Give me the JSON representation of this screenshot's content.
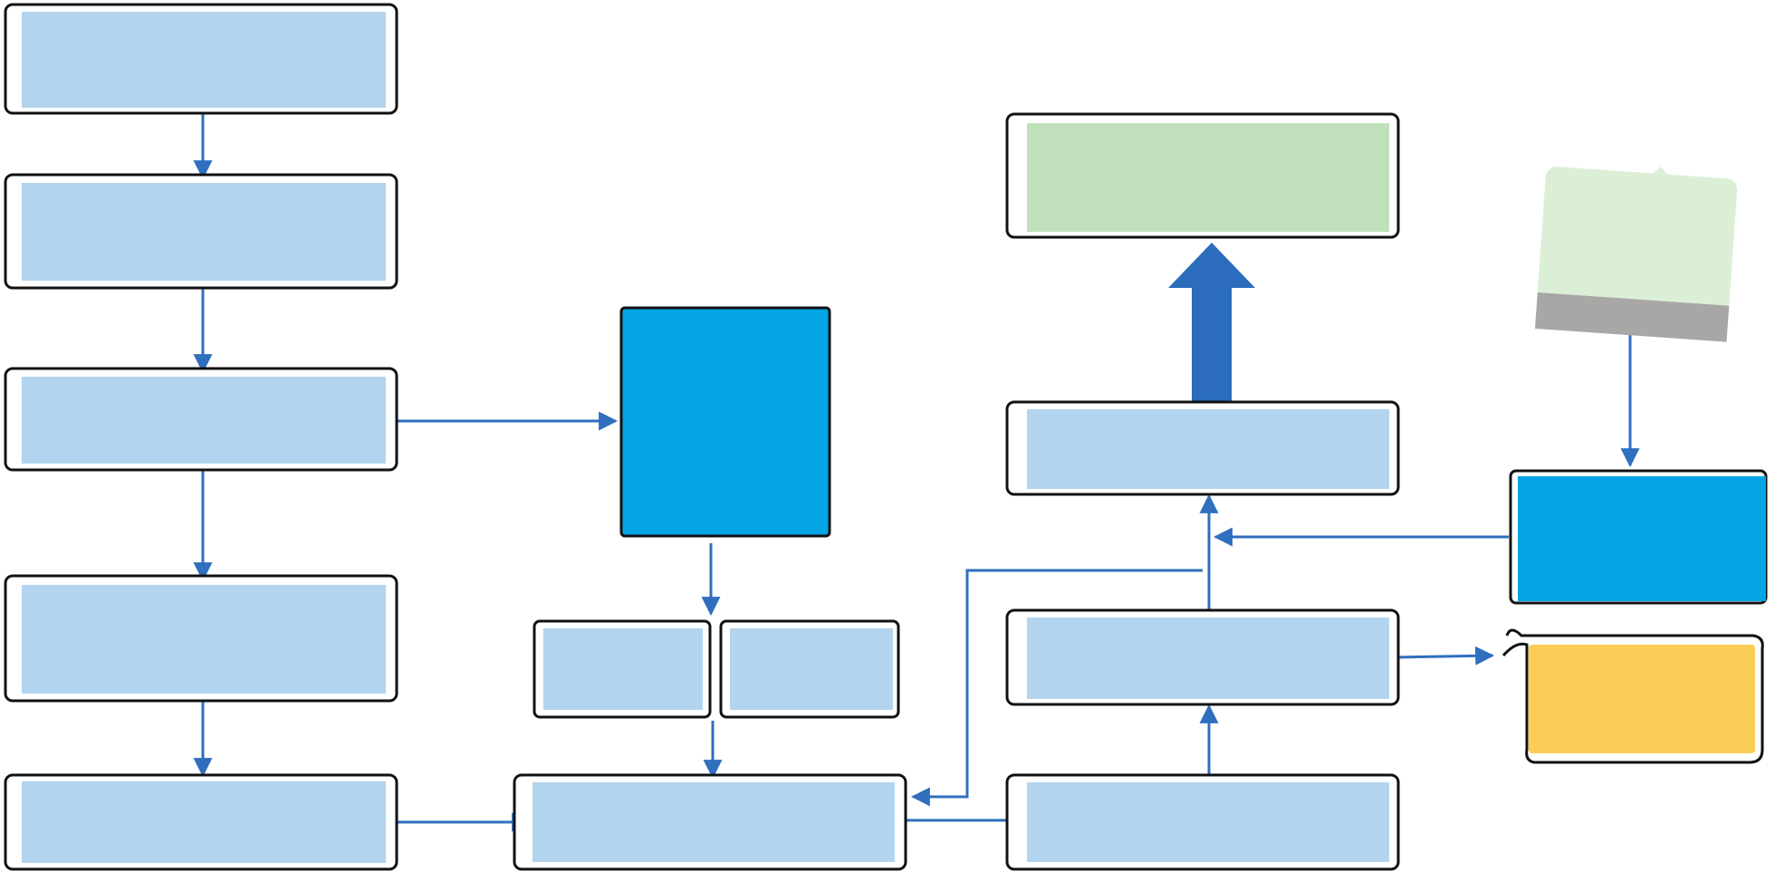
{
  "colors": {
    "light_blue": "#b3d4ee",
    "bright_blue": "#03a5e5",
    "light_green": "#bfe0bb",
    "pale_green": "#dbefd6",
    "gray": "#a9a6a6",
    "yellow": "#fccd56",
    "arrow_blue": "#2f6fbe",
    "big_arrow_blue": "#2b6cbd",
    "outline": "#111111"
  },
  "nodes": [
    {
      "id": "left-box-1",
      "fill": "light_blue"
    },
    {
      "id": "left-box-2",
      "fill": "light_blue"
    },
    {
      "id": "left-box-3",
      "fill": "light_blue"
    },
    {
      "id": "left-box-4",
      "fill": "light_blue"
    },
    {
      "id": "left-box-5",
      "fill": "light_blue"
    },
    {
      "id": "middle-square",
      "fill": "bright_blue"
    },
    {
      "id": "middle-small-box-left",
      "fill": "light_blue"
    },
    {
      "id": "middle-small-box-right",
      "fill": "light_blue"
    },
    {
      "id": "middle-bottom-box",
      "fill": "light_blue"
    },
    {
      "id": "right-top-box",
      "fill": "light_green"
    },
    {
      "id": "right-box-upper",
      "fill": "light_blue"
    },
    {
      "id": "right-box-middle",
      "fill": "light_blue"
    },
    {
      "id": "right-box-bottom",
      "fill": "light_blue"
    },
    {
      "id": "note-card",
      "fill": "pale_green"
    },
    {
      "id": "far-right-blue-box",
      "fill": "bright_blue"
    },
    {
      "id": "yellow-document-box",
      "fill": "yellow"
    }
  ],
  "edges": [
    {
      "from": "left-box-1",
      "to": "left-box-2"
    },
    {
      "from": "left-box-2",
      "to": "left-box-3"
    },
    {
      "from": "left-box-3",
      "to": "left-box-4"
    },
    {
      "from": "left-box-4",
      "to": "left-box-5"
    },
    {
      "from": "left-box-3",
      "to": "middle-square"
    },
    {
      "from": "middle-square",
      "to": "middle-small-box-left"
    },
    {
      "from": "middle-small-box-left",
      "to": "middle-bottom-box"
    },
    {
      "from": "left-box-5",
      "to": "middle-bottom-box"
    },
    {
      "from": "middle-bottom-box",
      "to": "right-box-bottom"
    },
    {
      "from": "right-box-bottom",
      "to": "right-box-middle"
    },
    {
      "from": "right-box-middle",
      "to": "right-box-upper"
    },
    {
      "from": "right-box-middle",
      "to": "yellow-document-box"
    },
    {
      "from": "far-right-blue-box",
      "to": "right-box-upper"
    },
    {
      "from": "note-card",
      "to": "far-right-blue-box"
    },
    {
      "from": "right-box-upper",
      "to": "middle-bottom-box"
    },
    {
      "from": "right-box-upper",
      "to": "right-top-box",
      "style": "large"
    }
  ]
}
